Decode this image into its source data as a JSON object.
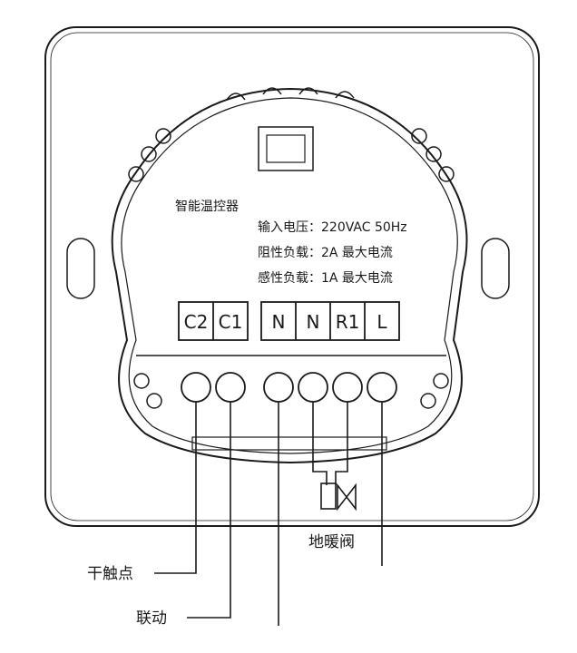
{
  "device": {
    "name": "智能温控器",
    "specs": [
      "输入电压：220VAC 50Hz",
      "阻性负载：2A 最大电流",
      "感性负载：1A 最大电流"
    ]
  },
  "terminals": [
    "C2",
    "C1",
    "N",
    "N",
    "R1",
    "L"
  ],
  "callouts": {
    "dry_contact": "干触点",
    "linkage": "联动",
    "floor_heating_valve": "地暖阀"
  }
}
